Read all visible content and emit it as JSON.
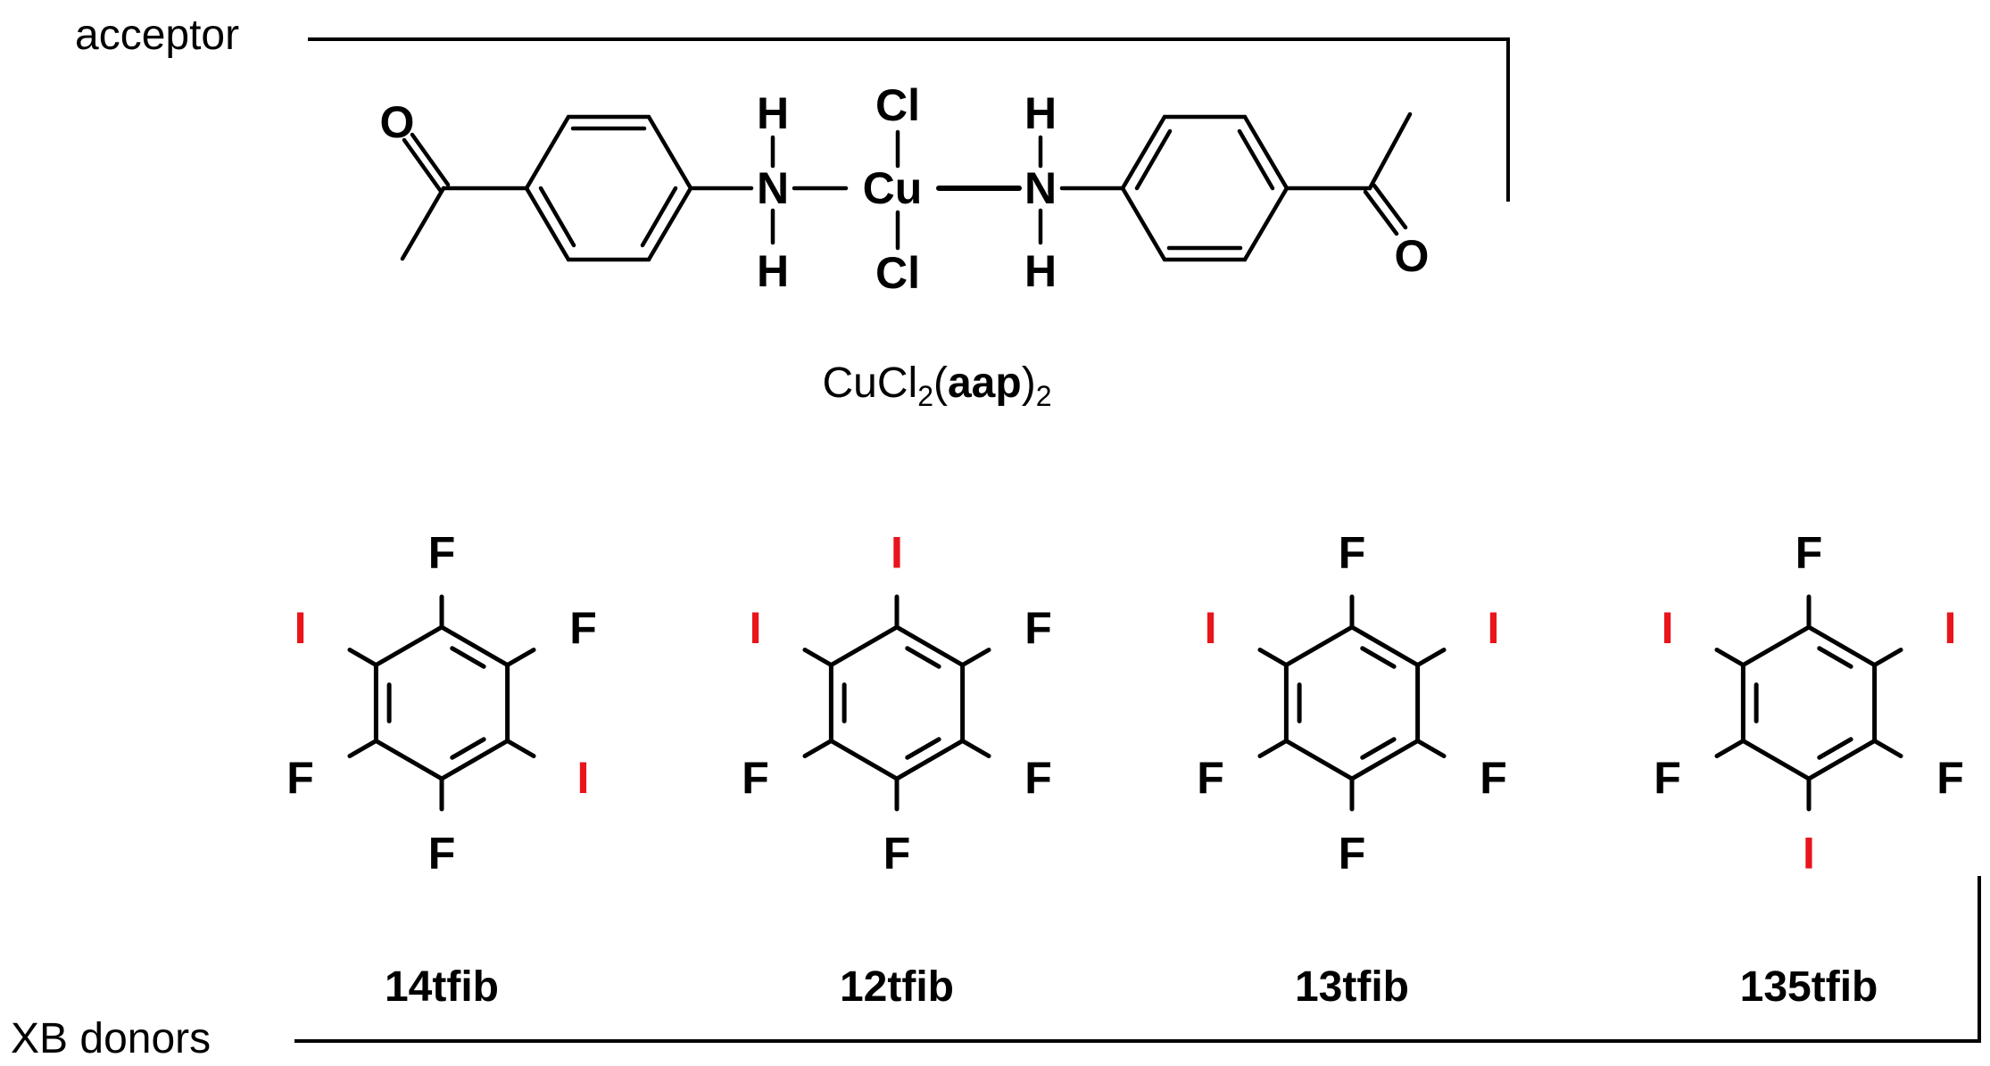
{
  "colors": {
    "ink": "#000000",
    "iodine": "#e8151b"
  },
  "frame": {
    "acceptor_label": "acceptor",
    "donors_label": "XB donors"
  },
  "acceptor": {
    "formula": {
      "base": "CuCl",
      "sub1": "2",
      "open": "(",
      "ligand": "aap",
      "close": ")",
      "sub2": "2"
    },
    "atoms": {
      "o_left": "O",
      "o_right": "O",
      "n_left": "N",
      "n_right": "N",
      "h_left_top": "H",
      "h_left_bottom": "H",
      "h_right_top": "H",
      "h_right_bottom": "H",
      "cu": "Cu",
      "cl_top": "Cl",
      "cl_bottom": "Cl"
    }
  },
  "donors": [
    {
      "name": "14tfib",
      "substituents": [
        "F",
        "F",
        "I",
        "F",
        "F",
        "I"
      ]
    },
    {
      "name": "12tfib",
      "substituents": [
        "I",
        "F",
        "F",
        "F",
        "F",
        "I"
      ]
    },
    {
      "name": "13tfib",
      "substituents": [
        "F",
        "I",
        "F",
        "F",
        "F",
        "I"
      ]
    },
    {
      "name": "135tfib",
      "substituents": [
        "F",
        "I",
        "F",
        "I",
        "F",
        "I"
      ]
    }
  ]
}
